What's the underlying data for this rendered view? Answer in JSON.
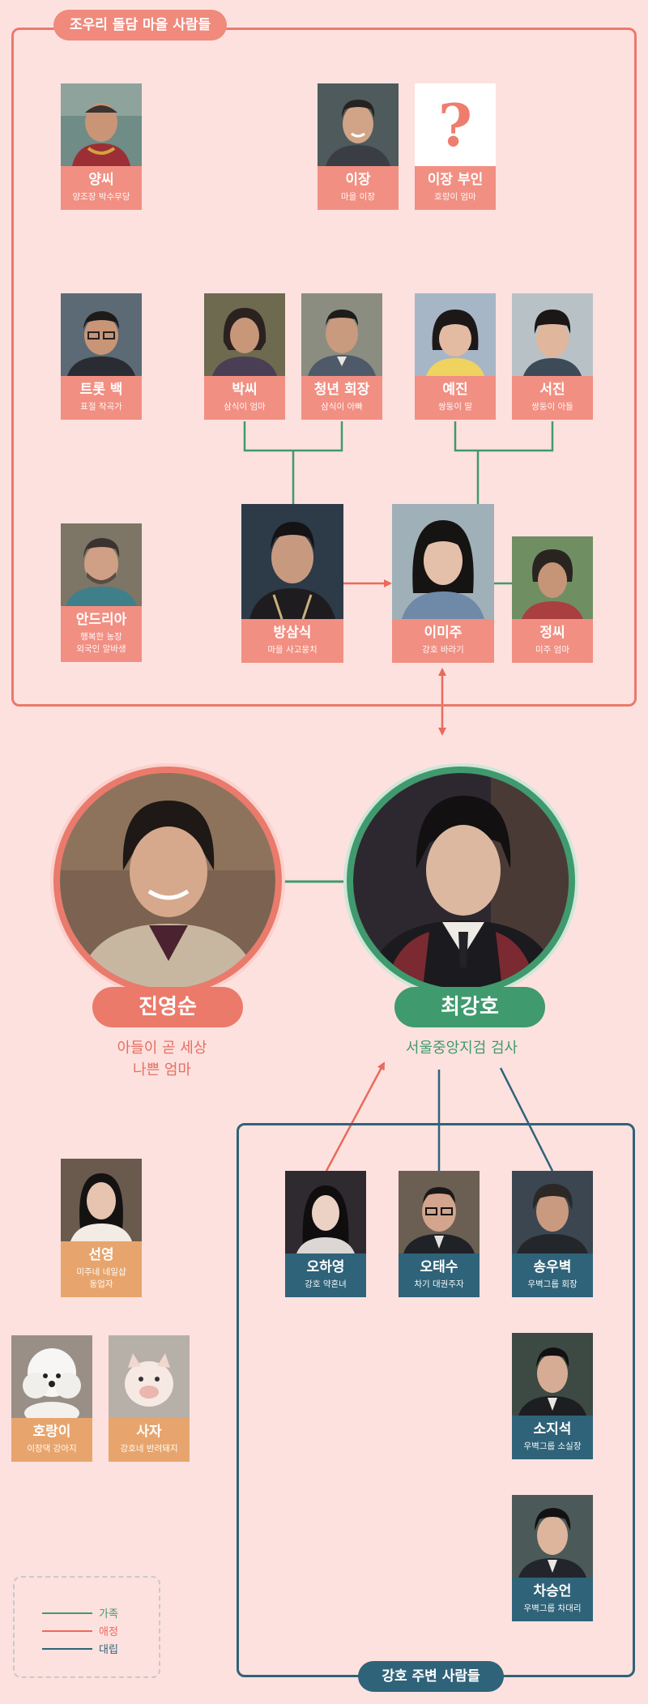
{
  "sections": {
    "village": "조우리 돌담 마을 사람들",
    "around": "강호 주변 사람들"
  },
  "characters": {
    "yang": {
      "name": "양씨",
      "desc": "양조장 박수무당"
    },
    "ijang": {
      "name": "이장",
      "desc": "마을 이장"
    },
    "ijang_wife": {
      "name": "이장 부인",
      "desc": "호랑이 엄마",
      "mark": "?"
    },
    "trot": {
      "name": "트롯 백",
      "desc": "표절 작곡가"
    },
    "park": {
      "name": "박씨",
      "desc": "삼식이 엄마"
    },
    "chung": {
      "name": "청년 회장",
      "desc": "삼식이 아빠"
    },
    "yejin": {
      "name": "예진",
      "desc": "쌍둥이 딸"
    },
    "seojin": {
      "name": "서진",
      "desc": "쌍둥이 아들"
    },
    "andria": {
      "name": "안드리아",
      "desc1": "행복한 농장",
      "desc2": "외국인 알바생"
    },
    "bang": {
      "name": "방삼식",
      "desc": "마을 사고뭉치"
    },
    "imiju": {
      "name": "이미주",
      "desc": "강호 바라기"
    },
    "jung": {
      "name": "정씨",
      "desc": "미주 엄마"
    },
    "sunyoung": {
      "name": "선영",
      "desc1": "미주네 네일샵",
      "desc2": "동업자"
    },
    "horang": {
      "name": "호랑이",
      "desc": "이장댁 강아지"
    },
    "saja": {
      "name": "사자",
      "desc": "강호네 반려돼지"
    },
    "ohayoung": {
      "name": "오하영",
      "desc": "강호 약혼녀"
    },
    "ohtaesu": {
      "name": "오태수",
      "desc": "차기 대권주자"
    },
    "songwoo": {
      "name": "송우벽",
      "desc": "우벽그룹 회장"
    },
    "sojisuk": {
      "name": "소지석",
      "desc": "우벽그룹 소실장"
    },
    "chaseung": {
      "name": "차승언",
      "desc": "우벽그룹 차대리"
    }
  },
  "protagonists": {
    "jin": {
      "name": "진영순",
      "line1": "아들이 곧 세상",
      "line2": "나쁜 엄마"
    },
    "choi": {
      "name": "최강호",
      "line1": "서울중앙지검 검사"
    }
  },
  "legend": {
    "family": "가족",
    "love": "애정",
    "rival": "대립"
  },
  "colors": {
    "background": "#fde1df",
    "red": "#ea7a6c",
    "green": "#3f9a6e",
    "blue": "#2f6379",
    "gold": "#e7a56d"
  }
}
